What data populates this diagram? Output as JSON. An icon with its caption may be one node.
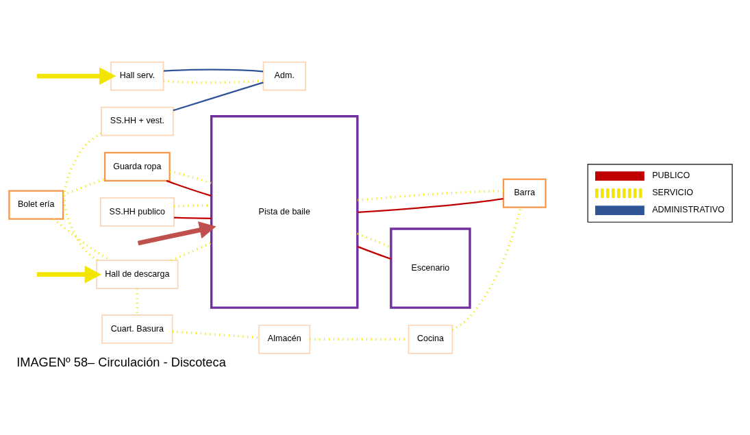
{
  "diagram": {
    "caption": "IMAGENº 58– Circulación - Discoteca",
    "nodes": [
      {
        "text": [
          "Bolet ería"
        ]
      },
      {
        "text": [
          "Guarda ropa"
        ]
      },
      {
        "text": [
          "Pista de baile"
        ]
      },
      {
        "text": [
          "Escenario"
        ]
      },
      {
        "text": [
          "Hall serv."
        ]
      },
      {
        "text": [
          "Adm."
        ]
      },
      {
        "text": [
          "SS.HH + vest."
        ]
      },
      {
        "text": [
          "SS.HH publico"
        ]
      },
      {
        "text": [
          "Hall de descarga"
        ]
      },
      {
        "text": [
          "Cuart. Basura"
        ]
      },
      {
        "text": [
          "Almacén"
        ]
      },
      {
        "text": [
          "Cocina"
        ]
      },
      {
        "text": [
          "Barra"
        ]
      }
    ],
    "edges": [
      {
        "from": null,
        "to": 2,
        "arrow": "to",
        "style": "thick",
        "color": "#c0504d"
      },
      {
        "from": null,
        "to": 4,
        "arrow": "to",
        "style": "thick"
      },
      {
        "from": null,
        "to": 8,
        "arrow": "to",
        "style": "thick"
      },
      {
        "from": 1,
        "to": 2,
        "arrow": "none",
        "color": "#c00000"
      },
      {
        "from": 1,
        "to": 2,
        "arrow": "none",
        "style": "dashed"
      },
      {
        "from": 7,
        "to": 2,
        "arrow": "none",
        "color": "#c00000"
      },
      {
        "from": 7,
        "to": 2,
        "arrow": "none",
        "style": "dashed"
      },
      {
        "from": 2,
        "to": 3,
        "arrow": "none",
        "color": "#c00000"
      },
      {
        "from": 2,
        "to": 3,
        "arrow": "none",
        "style": "dashed"
      },
      {
        "from": 2,
        "to": 12,
        "arrow": "none",
        "color": "#c00000"
      },
      {
        "from": 2,
        "to": 12,
        "arrow": "none",
        "style": "dashed"
      },
      {
        "from": 8,
        "to": 2,
        "arrow": "none",
        "style": "dashed"
      },
      {
        "from": 0,
        "to": 1,
        "arrow": "none",
        "style": "dashed"
      },
      {
        "from": 0,
        "to": 8,
        "arrow": "none",
        "style": "dashed"
      },
      {
        "from": 4,
        "to": 5,
        "arrow": "none",
        "style": "dashed"
      },
      {
        "from": 6,
        "to": 8,
        "arrow": "none",
        "style": "dashed"
      },
      {
        "from": 4,
        "to": 5,
        "arrow": "none",
        "color": "#2f5597"
      },
      {
        "from": 6,
        "to": 5,
        "arrow": "none",
        "color": "#2f5597"
      },
      {
        "from": 8,
        "to": 9,
        "arrow": "none",
        "style": "dashed"
      },
      {
        "from": 9,
        "to": 10,
        "arrow": "none",
        "style": "dashed"
      },
      {
        "from": 10,
        "to": 11,
        "arrow": "none",
        "style": "dashed"
      },
      {
        "from": 11,
        "to": 12,
        "arrow": "none",
        "style": "dashed"
      }
    ],
    "legend": [
      {
        "text": "PUBLICO"
      },
      {
        "text": "SERVICIO"
      },
      {
        "text": "ADMINISTRATIVO"
      }
    ]
  }
}
